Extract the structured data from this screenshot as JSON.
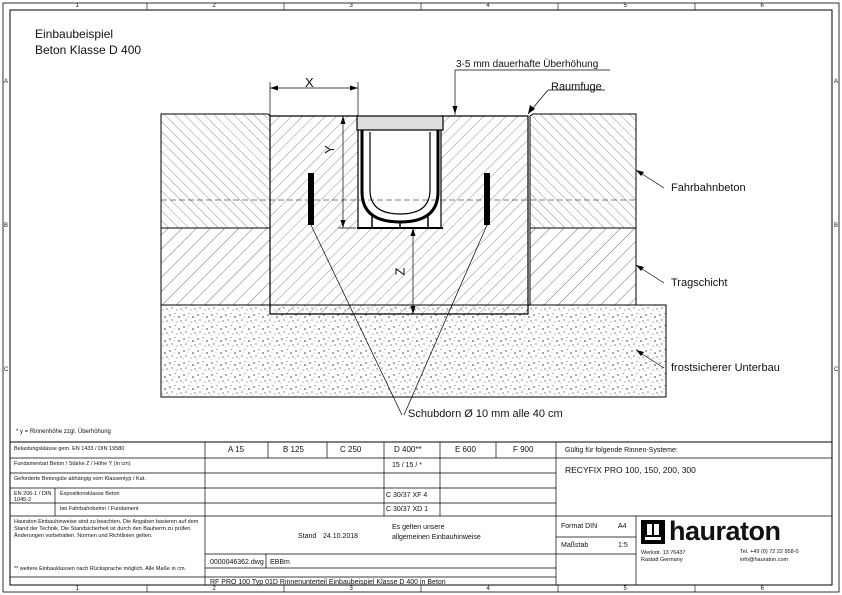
{
  "frame": {
    "columns": [
      "1",
      "2",
      "3",
      "4",
      "5",
      "6"
    ],
    "rows": [
      "A",
      "B",
      "C"
    ]
  },
  "title": {
    "line1": "Einbaubeispiel",
    "line2": "Beton Klasse D 400"
  },
  "drawing": {
    "dim_x": "X",
    "dim_y": "Y",
    "dim_z": "Z",
    "label_overhang": "3-5 mm dauerhafte Überhöhung",
    "label_joint": "Raumfuge",
    "label_road_concrete": "Fahrbahnbeton",
    "label_base_layer": "Tragschicht",
    "label_frost_base": "frostsicherer Unterbau",
    "label_dowel": "Schubdorn Ø 10 mm alle 40 cm",
    "footnote": "* y = Rinnenhöhe zzgl. Überhöhung"
  },
  "title_block": {
    "load_label": "Belastungsklasse gem. EN 1433 / DIN 19580",
    "load_classes": [
      "A 15",
      "B 125",
      "C 250",
      "D 400**",
      "E 600",
      "F 900"
    ],
    "row2_label": "Fundamentart Beton / Stärke Z / Höhe Y (in cm)",
    "row2_value": "15 / 15 / *",
    "row3_label": "Geforderte Betongüte abhängig vom Klassentyp / Kat.",
    "row4_code": "EN 206-1 / DIN 1045-2",
    "row4_label": "Expositionsklasse Beton",
    "row4_value": "C 30/37 XF 4",
    "row5_label": "bei Fahrbahnbeton / Fundament",
    "row5_value": "C 30/37 XD 1",
    "valid_label": "Gültig für folgende Rinnen-Systeme:",
    "valid_value": "RECYFIX PRO 100, 150, 200, 300",
    "notes": "Hauraton Einbauhinweise sind zu beachten. Die Angaben basieren auf dem Stand der Technik. Die Standsicherheit ist durch den Bauherrn zu prüfen. Änderungen vorbehalten. Normen und Richtlinien gelten.",
    "stand_label": "Stand",
    "stand_value": "24.10.2018",
    "general_1": "Es gelten unsere",
    "general_2": "allgemeinen Einbauhinweise",
    "format_label": "Format DIN",
    "format_value": "A4",
    "scale_label": "Maßstab",
    "scale_value": "1:5",
    "file_name": "0000046362.dwg",
    "drawn_by": "EBBm",
    "description": "RF PRO 100 Typ 01D Rinnenunterteil Einbaubeispiel Klasse D 400 in Beton",
    "abbr_note": "** weitere Einbauklassen nach Rücksprache möglich. Alle Maße in cm.",
    "brand": "hauraton",
    "address": "Werkstr. 13 76437 Rastatt Germany",
    "phone": "Tel. +49 (0) 72 22 958-0",
    "email": "info@hauraton.com"
  }
}
